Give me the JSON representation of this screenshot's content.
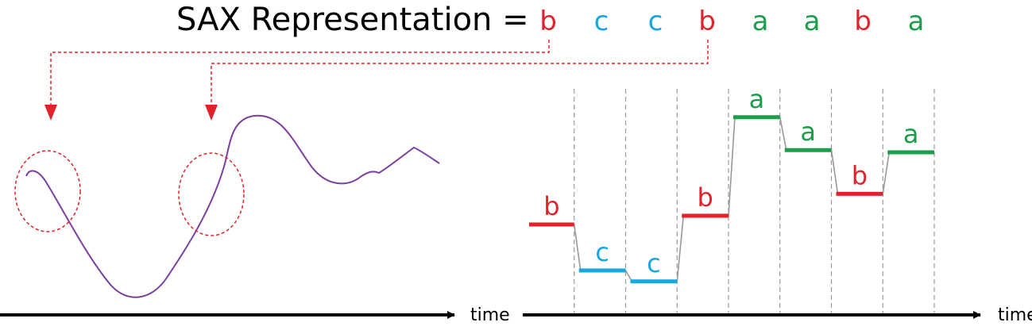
{
  "title": {
    "prefix": "SAX Representation =",
    "symbols": [
      "b",
      "c",
      "c",
      "b",
      "a",
      "a",
      "b",
      "a"
    ]
  },
  "symbol_colors": {
    "a": "#1a9e4a",
    "b": "#e0222b",
    "c": "#19a7e0"
  },
  "curve_color": "#7b3f9e",
  "axis_label": "time",
  "right_panel": {
    "segments": [
      {
        "symbol": "b",
        "level": 0.42
      },
      {
        "symbol": "c",
        "level": 0.0
      },
      {
        "symbol": "c",
        "level": -0.1
      },
      {
        "symbol": "b",
        "level": 0.5
      },
      {
        "symbol": "a",
        "level": 1.4
      },
      {
        "symbol": "a",
        "level": 1.1
      },
      {
        "symbol": "b",
        "level": 0.7
      },
      {
        "symbol": "a",
        "level": 1.08
      }
    ]
  }
}
